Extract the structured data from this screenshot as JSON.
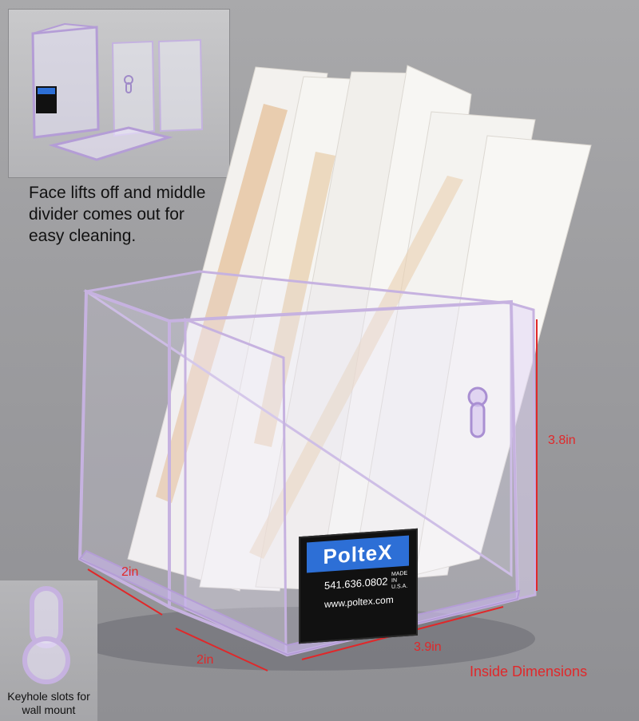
{
  "inset_caption": "Face lifts off and middle\ndivider comes out for\neasy cleaning.",
  "keyhole_caption": "Keyhole slots for\nwall mount",
  "dimensions": {
    "width_a": "2in",
    "width_b": "2in",
    "length": "3.9in",
    "height": "3.8in",
    "note": "Inside Dimensions"
  },
  "label": {
    "brand": "PolteX",
    "phone": "541.636.0802",
    "website": "www.poltex.com",
    "made_in": "MADE IN U.S.A."
  },
  "colors": {
    "background": "#9c9c9f",
    "acrylic_edge": "#c6b2e0",
    "dimension_red": "#e0282a",
    "brand_blue": "#2d6fd6"
  }
}
